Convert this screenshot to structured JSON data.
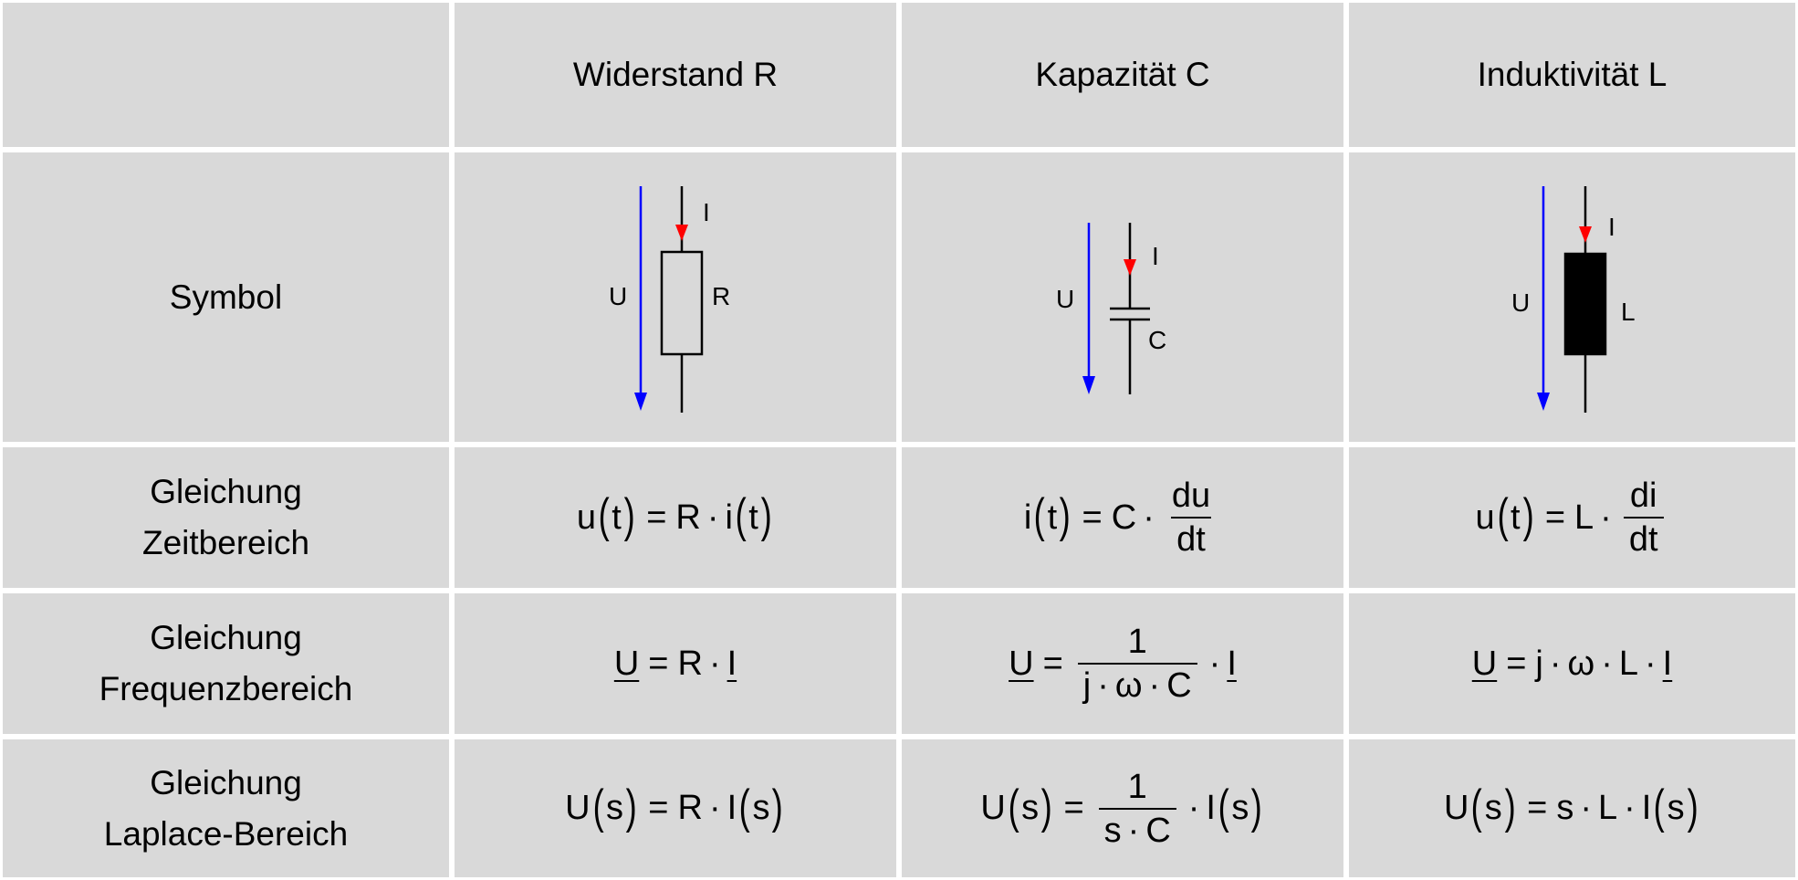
{
  "headers": {
    "resistor": "Widerstand R",
    "capacitor": "Kapazität C",
    "inductor": "Induktivität L"
  },
  "rows": {
    "symbol": {
      "label": "Symbol"
    },
    "time": {
      "label_line1": "Gleichung",
      "label_line2": "Zeitbereich"
    },
    "freq": {
      "label_line1": "Gleichung",
      "label_line2": "Frequenzbereich"
    },
    "laplace": {
      "label_line1": "Gleichung",
      "label_line2": "Laplace-Bereich"
    }
  },
  "symbols": {
    "current_label": "I",
    "voltage_label": "U",
    "resistor_label": "R",
    "capacitor_label": "C",
    "inductor_label": "L"
  },
  "eq": {
    "u": "u",
    "i": "i",
    "t": "t",
    "R": "R",
    "C": "C",
    "L": "L",
    "du": "du",
    "di": "di",
    "dt": "dt",
    "U": "U",
    "I": "I",
    "one": "1",
    "j": "j",
    "omega": "ω",
    "s": "s",
    "eq_sign": "=",
    "dot": "·",
    "lp": "(",
    "rp": ")"
  },
  "colors": {
    "cell_bg": "#d9d9d9",
    "grid_lines": "#ffffff",
    "voltage_arrow": "#0000ff",
    "current_arrow": "#ff0000"
  }
}
